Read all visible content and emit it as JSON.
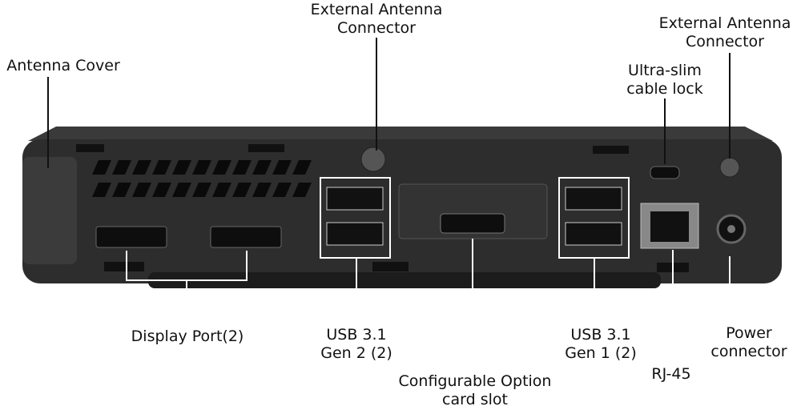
{
  "labels": {
    "antenna_cover": "Antenna Cover",
    "ext_antenna_center": [
      "External Antenna",
      "Connector"
    ],
    "ext_antenna_right": [
      "External Antenna",
      "Connector"
    ],
    "cable_lock": [
      "Ultra-slim",
      "cable lock"
    ],
    "display_port": "Display Port(2)",
    "usb_gen2": [
      "USB 3.1",
      "Gen 2 (2)"
    ],
    "option_slot": [
      "Configurable Option",
      "card slot"
    ],
    "usb_gen1": [
      "USB 3.1",
      "Gen 1 (2)"
    ],
    "rj45": "RJ-45",
    "power": [
      "Power",
      "connector"
    ]
  },
  "colors": {
    "body": "#2b2b2b",
    "body_dark": "#1a1a1a",
    "port": "#0e0e0e",
    "callout": "#111111"
  }
}
